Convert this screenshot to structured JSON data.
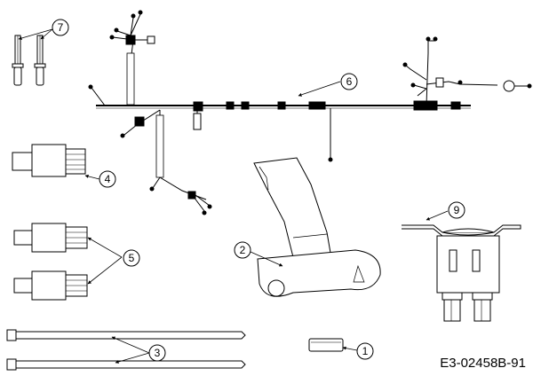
{
  "callouts": [
    {
      "id": "1",
      "label": "1"
    },
    {
      "id": "2",
      "label": "2"
    },
    {
      "id": "3",
      "label": "3"
    },
    {
      "id": "4",
      "label": "4"
    },
    {
      "id": "5",
      "label": "5"
    },
    {
      "id": "6",
      "label": "6"
    },
    {
      "id": "7",
      "label": "7"
    },
    {
      "id": "9",
      "label": "9"
    }
  ],
  "diagram_code": "E3-02458B-91",
  "colors": {
    "line": "#000000",
    "fill": "#ffffff",
    "shade": "#e6e6e6"
  }
}
